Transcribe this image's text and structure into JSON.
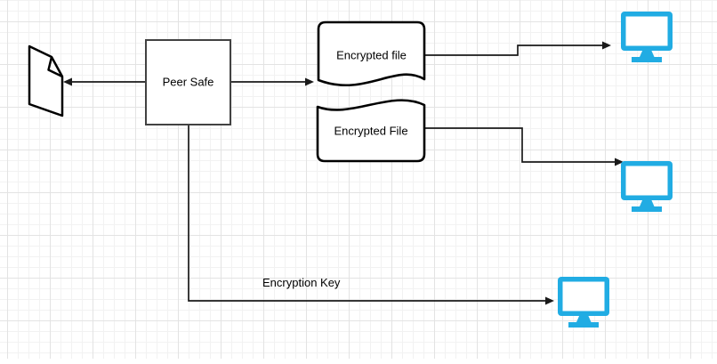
{
  "diagram": {
    "nodes": {
      "peer_safe": {
        "label": "Peer Safe"
      },
      "encrypted_file_top": {
        "label": "Encrypted file"
      },
      "encrypted_file_bottom": {
        "label": "Encrypted File"
      }
    },
    "edges": {
      "encryption_key": {
        "label": "Encryption Key"
      }
    },
    "icons": {
      "computers": [
        "computer-icon",
        "computer-icon",
        "computer-icon"
      ],
      "source_document": "document-icon"
    }
  },
  "colors": {
    "monitor": "#21ACE3",
    "line": "#1A1A1A",
    "shape_stroke": "#000000",
    "box_stroke": "#424242",
    "grid_major": "#E3E3E3",
    "grid_minor": "#F2F2F2"
  }
}
